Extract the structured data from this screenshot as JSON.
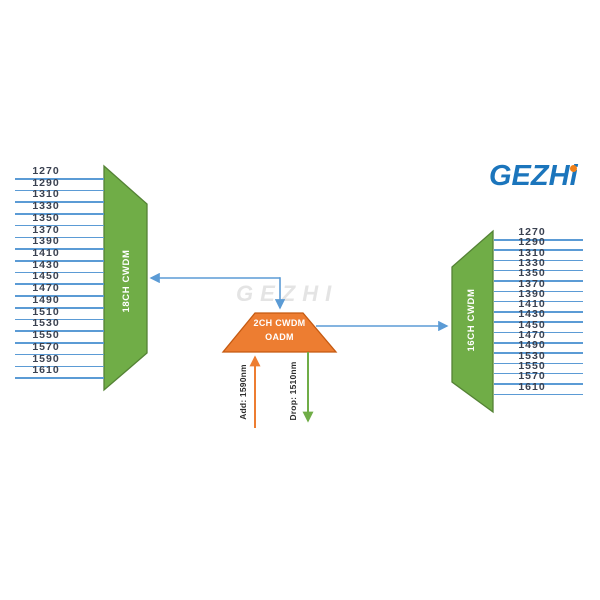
{
  "logo": {
    "text_main": "GEZH",
    "text_i": "i"
  },
  "watermark": {
    "text": "GEZHI"
  },
  "left_mux": {
    "label": "18CH CWDM",
    "channels": [
      "1270",
      "1290",
      "1310",
      "1330",
      "1350",
      "1370",
      "1390",
      "1410",
      "1430",
      "1450",
      "1470",
      "1490",
      "1510",
      "1530",
      "1550",
      "1570",
      "1590",
      "1610"
    ]
  },
  "right_mux": {
    "label": "16CH CWDM",
    "channels": [
      "1270",
      "1290",
      "1310",
      "1330",
      "1350",
      "1370",
      "1390",
      "1410",
      "1430",
      "1450",
      "1470",
      "1490",
      "1530",
      "1550",
      "1570",
      "1610"
    ]
  },
  "oadm": {
    "label_line1": "2CH CWDM",
    "label_line2": "OADM",
    "add_label": "Add: 1590nm",
    "drop_label": "Drop: 1510nm"
  },
  "colors": {
    "green_fill": "#70ad47",
    "green_border": "#548235",
    "orange_fill": "#ed7d31",
    "orange_border": "#c55a11",
    "line_blue": "#5b9bd5",
    "arrow_green": "#70ad47",
    "arrow_orange": "#ed7d31",
    "channel_text": "#3a4150",
    "watermark_gray": "#e4e4e4",
    "logo_blue": "#1b75bc",
    "logo_orange": "#f08019"
  }
}
